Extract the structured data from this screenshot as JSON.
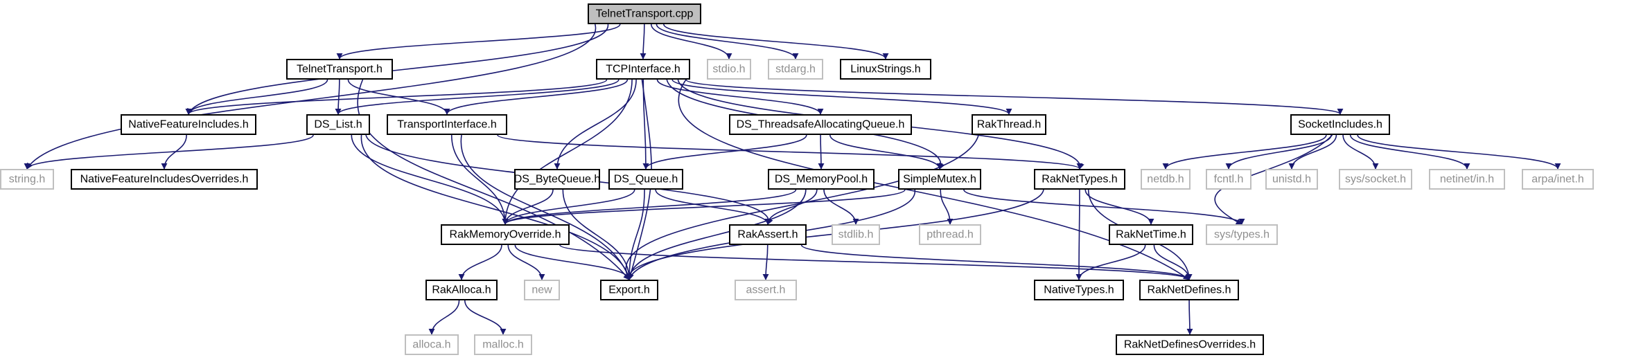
{
  "colors": {
    "edge": "#191970",
    "external_border": "#bfbfbf",
    "node_border": "#000000",
    "root_fill": "#bfbfbf"
  },
  "nodes": [
    {
      "id": "TelnetTransport_cpp",
      "label": "TelnetTransport.cpp",
      "style": "root"
    },
    {
      "id": "TelnetTransport_h",
      "label": "TelnetTransport.h",
      "style": "boxed"
    },
    {
      "id": "TCPInterface_h",
      "label": "TCPInterface.h",
      "style": "boxed"
    },
    {
      "id": "stdio_h",
      "label": "stdio.h",
      "style": "external"
    },
    {
      "id": "stdarg_h",
      "label": "stdarg.h",
      "style": "external"
    },
    {
      "id": "LinuxStrings_h",
      "label": "LinuxStrings.h",
      "style": "boxed"
    },
    {
      "id": "NativeFeatureIncludes_h",
      "label": "NativeFeatureIncludes.h",
      "style": "boxed"
    },
    {
      "id": "DS_List_h",
      "label": "DS_List.h",
      "style": "boxed"
    },
    {
      "id": "TransportInterface_h",
      "label": "TransportInterface.h",
      "style": "boxed"
    },
    {
      "id": "DS_ThreadsafeAllocatingQueue_h",
      "label": "DS_ThreadsafeAllocatingQueue.h",
      "style": "boxed"
    },
    {
      "id": "RakThread_h",
      "label": "RakThread.h",
      "style": "boxed"
    },
    {
      "id": "SocketIncludes_h",
      "label": "SocketIncludes.h",
      "style": "boxed"
    },
    {
      "id": "string_h",
      "label": "string.h",
      "style": "external"
    },
    {
      "id": "NativeFeatureIncludesOverrides_h",
      "label": "NativeFeatureIncludesOverrides.h",
      "style": "boxed"
    },
    {
      "id": "DS_ByteQueue_h",
      "label": "DS_ByteQueue.h",
      "style": "boxed"
    },
    {
      "id": "DS_Queue_h",
      "label": "DS_Queue.h",
      "style": "boxed"
    },
    {
      "id": "DS_MemoryPool_h",
      "label": "DS_MemoryPool.h",
      "style": "boxed"
    },
    {
      "id": "SimpleMutex_h",
      "label": "SimpleMutex.h",
      "style": "boxed"
    },
    {
      "id": "RakNetTypes_h",
      "label": "RakNetTypes.h",
      "style": "boxed"
    },
    {
      "id": "netdb_h",
      "label": "netdb.h",
      "style": "external"
    },
    {
      "id": "fcntl_h",
      "label": "fcntl.h",
      "style": "external"
    },
    {
      "id": "unistd_h",
      "label": "unistd.h",
      "style": "external"
    },
    {
      "id": "sys_socket_h",
      "label": "sys/socket.h",
      "style": "external"
    },
    {
      "id": "netinet_in_h",
      "label": "netinet/in.h",
      "style": "external"
    },
    {
      "id": "arpa_inet_h",
      "label": "arpa/inet.h",
      "style": "external"
    },
    {
      "id": "RakMemoryOverride_h",
      "label": "RakMemoryOverride.h",
      "style": "boxed"
    },
    {
      "id": "RakAssert_h",
      "label": "RakAssert.h",
      "style": "boxed"
    },
    {
      "id": "stdlib_h",
      "label": "stdlib.h",
      "style": "external"
    },
    {
      "id": "pthread_h",
      "label": "pthread.h",
      "style": "external"
    },
    {
      "id": "RakNetTime_h",
      "label": "RakNetTime.h",
      "style": "boxed"
    },
    {
      "id": "sys_types_h",
      "label": "sys/types.h",
      "style": "external"
    },
    {
      "id": "RakAlloca_h",
      "label": "RakAlloca.h",
      "style": "boxed"
    },
    {
      "id": "new",
      "label": "new",
      "style": "external"
    },
    {
      "id": "Export_h",
      "label": "Export.h",
      "style": "boxed"
    },
    {
      "id": "assert_h",
      "label": "assert.h",
      "style": "external"
    },
    {
      "id": "NativeTypes_h",
      "label": "NativeTypes.h",
      "style": "boxed"
    },
    {
      "id": "RakNetDefines_h",
      "label": "RakNetDefines.h",
      "style": "boxed"
    },
    {
      "id": "alloca_h",
      "label": "alloca.h",
      "style": "external"
    },
    {
      "id": "malloc_h",
      "label": "malloc.h",
      "style": "external"
    },
    {
      "id": "RakNetDefinesOverrides_h",
      "label": "RakNetDefinesOverrides.h",
      "style": "boxed"
    }
  ]
}
